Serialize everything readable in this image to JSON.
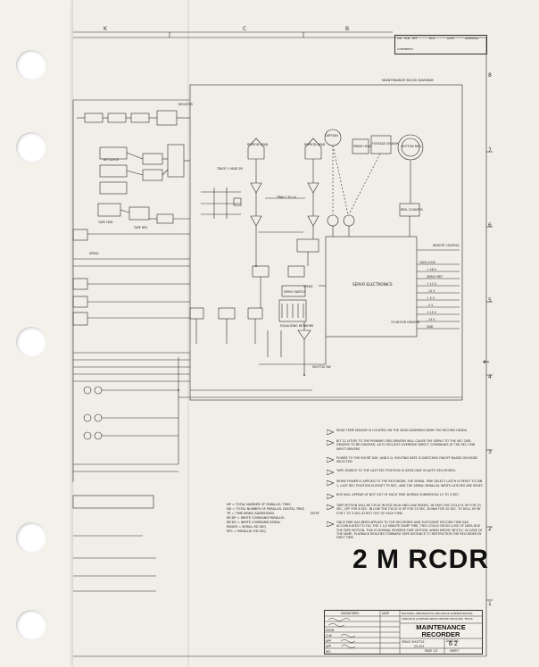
{
  "sheet": {
    "zone_letters_top": [
      "K",
      "C",
      "B"
    ],
    "zone_numbers_right": [
      "8",
      "7",
      "6",
      "5",
      "4",
      "3",
      "2",
      "1"
    ],
    "big_title": "2 M RCDR",
    "block_diagram_title": "MAINTENANCE BLOCK DIAGRAM"
  },
  "revision_block": {
    "headers": [
      "LTR",
      "PCN",
      "EFF",
      "ECO",
      "DATE",
      "APPROVAL"
    ],
    "comments_label": "COMMENTS:"
  },
  "blocks": {
    "reprod_head_1": "REPROD HEAD",
    "reprod_head_2": "REPROD HEAD",
    "capstan": "CAPSTAN",
    "erase_head": "ERASE HEAD",
    "footage_sensor": "FOOTAGE SENSOR",
    "bottom_reel": "BOTTOM REEL",
    "reel_counter": "REEL COUNTER",
    "servo_electronics": "SERVO ELECTRONICS",
    "to_motor_drivers": "TO MOTOR DRIVERS",
    "servo_switch": "SERVO SWITCH",
    "equalizing_network": "EQUALIZING NETWORK",
    "trace_label": "TRACE 1 HEAD 2B",
    "track_label": "TRAK 1 TO 14",
    "speed_label": "SPEED",
    "tach_lock": "TACH LOCK",
    "remote_control": "REMOTE CONTROL",
    "shuttle_sw": "SHUTTLE SW",
    "register_label": "REGISTER",
    "bit_clock_label": "BIT CLOCK",
    "tape_fwd_label": "TAPE FWD",
    "tape_rev_label": "TAPE REV",
    "output_lines": [
      "+ 28 V",
      "SERVO REF",
      "+ 12 V",
      "- 12 V",
      "+ 5 V",
      "- 5 V",
      "+ 15 V",
      "- 15 V",
      "GND"
    ]
  },
  "notes": [
    "READ TEMP SENSOR IS LOCATED ON THE HEAD ASSEMBLY NEAR THE RECORD HEADS.",
    "BIT 12 (STOP) TO THE PRIMARY CMD DRIVERS WILL CAUSE THE SERVO TO THE SEC CMD DRIVERS TO BE IGNORED. AUTO SEQ BITS OVERRIDE DIRECT COMMANDS AT THE SEC CMD INPUT DRIVERS.",
    "POWER TO THE SHORT DAY, AND E.G. ROUTING RATE IS SWITCHED ON/OFF BASED ON MODE SELECTED.",
    "TAPE SEARCH TO THE LAST REC POSITION IS USED ONLY IN AUTO SEQ MODES.",
    "WHEN POWER IS APPLIED TO THE RECORDER, THE SERIAL TIME SELECT LATCH IS RESET TO DIN 1, LAST REC POSITION IS RESET TO REC, AND THE SERIAL-PARALLEL WRITE LATCHES ARE RESET.",
    "BOS WILL APPEAR AT BOT OUT OF EACH TIME DURING SUBMISSION 12 TO 3 SEC.",
    "TAPE MOTION WILL BE CYCLE IN RCD HIGH AND LOW MODES. IN HIGH THE CYCLE IS UP FOR 10 SEC, OFF FOR 8 SEC. IN LOW THE CYCLE IS UP FOR 23 SEC, DOWN FOR 20 SEC. TO ROLL UP BY FOR 2 TO 3 SEC AT BOT OUT OF EACH TIME.",
    "ONCE PWR HAS BEEN APPLIED TO THE RECORDER AND SUFFICIENT RECORD TIME HAS ACCUMULATED TO FILL THE 1 1/2 MINUTE DUMP TIME, THIS COULD CROSS LOSS OF DATA DUE THE TAPE MOTION. THIS IS NORMAL REVERSE TAPE MOTION. WHEN ERROR 'BOT/CL' IN CASE OF THE SAME. PLAYBACK REACHES FORWARD TAPE DISTANCE TO RESTRICTION THE RECORDER BY FIRST TIME."
  ],
  "legend": [
    "Np = TOTAL NUMBER OF PARALLEL TRKS",
    "Nd = TOTAL NUMBER OF PARALLEL DIGITAL TRKS",
    "Tr = TIME BEING ADDRESSED",
    "IRCDP = WRITE COMMAND PARALLEL",
    "IRCDS = WRITE COMMAND SERIAL",
    "RDSER = SERIAL RD SEQ",
    "RPC = PARALLEL RD SEQ"
  ],
  "legend_note_label": "NOTE",
  "title_block": {
    "signatures_label": "SIGNATURES",
    "date_label": "DATE",
    "agency": "NATIONAL AERONAUTICS AND SPACE ADMINISTRATION",
    "center": "LYNDON B. JOHNSON SPACE CENTER   HOUSTON, TEXAS",
    "title_line1": "MAINTENANCE",
    "title_line2": "RECORDER",
    "program_label": "SPACE SHUTTLE",
    "dwg_no_label": "DWG NO",
    "dwg_no": "6 2",
    "code_label": "CV-101",
    "scale_label": "PAGE 1/2",
    "sheet_label": "SHEET",
    "sig_rows": [
      "DSGN",
      "CHK",
      "APP",
      "APP",
      "APP",
      "REL"
    ]
  },
  "colors": {
    "paper": "#f1eee7",
    "ink": "#222222"
  }
}
